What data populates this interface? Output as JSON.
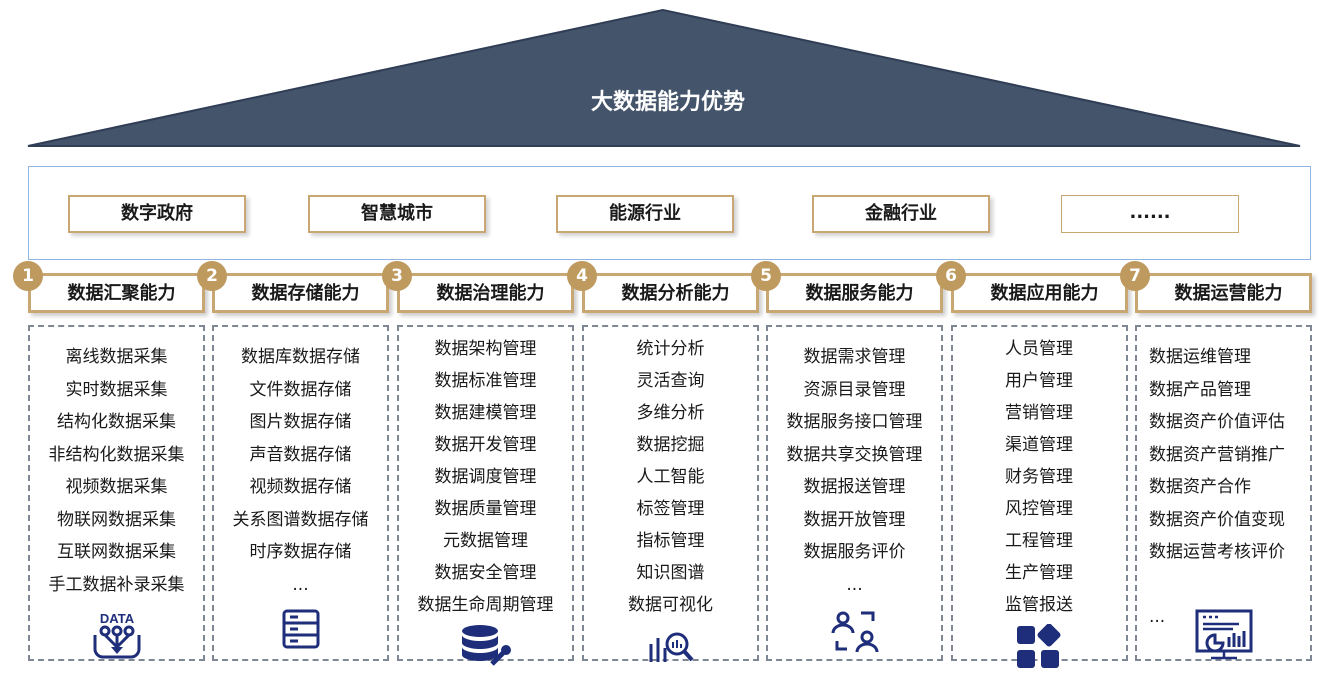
{
  "title": "大数据能力优势",
  "colors": {
    "roof": "#44546a",
    "gold": "#bf9a5e",
    "border": "#8fb4e3",
    "icon": "#1f2e7a"
  },
  "industries": [
    "数字政府",
    "智慧城市",
    "能源行业",
    "金融行业",
    "......"
  ],
  "capabilities": [
    {
      "num": "1",
      "title": "数据汇聚能力",
      "icon": "data-flow-icon",
      "items": [
        "离线数据采集",
        "实时数据采集",
        "结构化数据采集",
        "非结构化数据采集",
        "视频数据采集",
        "物联网数据采集",
        "互联网数据采集",
        "手工数据补录采集"
      ]
    },
    {
      "num": "2",
      "title": "数据存储能力",
      "icon": "server-icon",
      "items": [
        "数据库数据存储",
        "文件数据存储",
        "图片数据存储",
        "声音数据存储",
        "视频数据存储",
        "关系图谱数据存储",
        "时序数据存储",
        "..."
      ]
    },
    {
      "num": "3",
      "title": "数据治理能力",
      "icon": "database-wrench-icon",
      "items": [
        "数据架构管理",
        "数据标准管理",
        "数据建模管理",
        "数据开发管理",
        "数据调度管理",
        "数据质量管理",
        "元数据管理",
        "数据安全管理",
        "数据生命周期管理"
      ]
    },
    {
      "num": "4",
      "title": "数据分析能力",
      "icon": "chart-search-icon",
      "items": [
        "统计分析",
        "灵活查询",
        "多维分析",
        "数据挖掘",
        "人工智能",
        "标签管理",
        "指标管理",
        "知识图谱",
        "数据可视化"
      ]
    },
    {
      "num": "5",
      "title": "数据服务能力",
      "icon": "users-service-icon",
      "items": [
        "数据需求管理",
        "资源目录管理",
        "数据服务接口管理",
        "数据共享交换管理",
        "数据报送管理",
        "数据开放管理",
        "数据服务评价",
        "..."
      ]
    },
    {
      "num": "6",
      "title": "数据应用能力",
      "icon": "apps-grid-icon",
      "items": [
        "人员管理",
        "用户管理",
        "营销管理",
        "渠道管理",
        "财务管理",
        "风控管理",
        "工程管理",
        "生产管理",
        "监管报送"
      ]
    },
    {
      "num": "7",
      "title": "数据运营能力",
      "icon": "dashboard-monitor-icon",
      "items": [
        "数据运维管理",
        "数据产品管理",
        "数据资产价值评估",
        "数据资产营销推广",
        "数据资产合作",
        "数据资产价值变现",
        "数据运营考核评价",
        "",
        "..."
      ]
    }
  ]
}
